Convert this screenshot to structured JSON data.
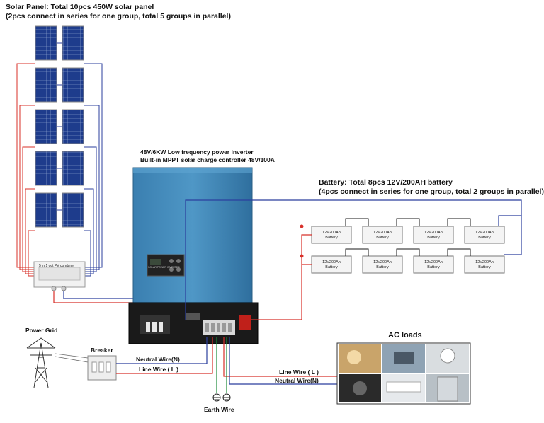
{
  "solar": {
    "title_line1": "Solar Panel: Total 10pcs 450W solar panel",
    "title_line2": "(2pcs connect in series for one group, total 5 groups in parallel)",
    "combiner_label": "5 in 1 out PV combiner"
  },
  "inverter": {
    "title_line1": "48V/6KW Low frequency power inverter",
    "title_line2": "Built-in  MPPT solar charge controller 48V/100A",
    "display_label": "SOLAR POWER INVERTER"
  },
  "battery": {
    "title_line1": "Battery:  Total 8pcs 12V/200AH battery",
    "title_line2": "(4pcs connect in series for one group, total 2 groups in parallel)",
    "cell_line1": "12V200Ah",
    "cell_line2": "Battery"
  },
  "grid": {
    "power_grid_label": "Power Grid",
    "breaker_label": "Breaker",
    "neutral_in_label": "Neutral Wire(N)",
    "line_in_label": "Line Wire ( L )"
  },
  "output": {
    "line_out_label": "Line Wire ( L )",
    "neutral_out_label": "Neutral Wire(N)",
    "earth_label": "Earth Wire",
    "ac_loads_label": "AC loads"
  },
  "colors": {
    "positive_wire": "#d8302a",
    "negative_wire": "#2b3f9e",
    "inverter_body": "#3f86b6",
    "panel_cell": "#1e3c8c"
  }
}
